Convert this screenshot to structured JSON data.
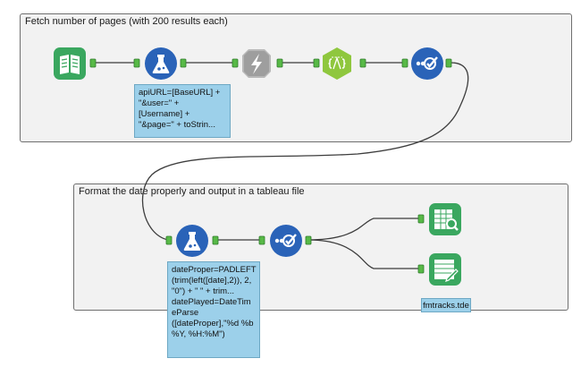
{
  "containers": {
    "fetch": {
      "title": "Fetch number of pages (with 200 results each)"
    },
    "format": {
      "title": "Format the date properly and output in a tableau file"
    }
  },
  "tools": [
    {
      "name": "text-input-tool",
      "icon": "book-icon",
      "color": "#3aa75f"
    },
    {
      "name": "formula-tool-1",
      "icon": "flask-icon",
      "color": "#2a63b8"
    },
    {
      "name": "download-tool",
      "icon": "lightning-icon",
      "color": "#b8b8b8"
    },
    {
      "name": "json-parse-tool",
      "icon": "hexagon-braces-icon",
      "color": "#8fc73e"
    },
    {
      "name": "select-tool-1",
      "icon": "check-dots-icon",
      "color": "#2a63b8"
    },
    {
      "name": "formula-tool-2",
      "icon": "flask-icon",
      "color": "#2a63b8"
    },
    {
      "name": "select-tool-2",
      "icon": "check-dots-icon",
      "color": "#2a63b8"
    },
    {
      "name": "browse-tool",
      "icon": "table-magnifier-icon",
      "color": "#3aa75f"
    },
    {
      "name": "output-tool",
      "icon": "table-pencil-icon",
      "color": "#3aa75f"
    }
  ],
  "annotations": {
    "formula1": "apiURL=[BaseURL] +\n\"&user=\" +\n[Username] +\n\"&page=\" + toStrin...",
    "formula2": "dateProper=PADLEFT\n(trim(left([date],2)), 2,\n\"0\") + \" \" + trim...\ndatePlayed=DateTim\neParse\n([dateProper],\"%d %b\n%Y, %H:%M\")",
    "output_file": "fmtracks.tde"
  }
}
